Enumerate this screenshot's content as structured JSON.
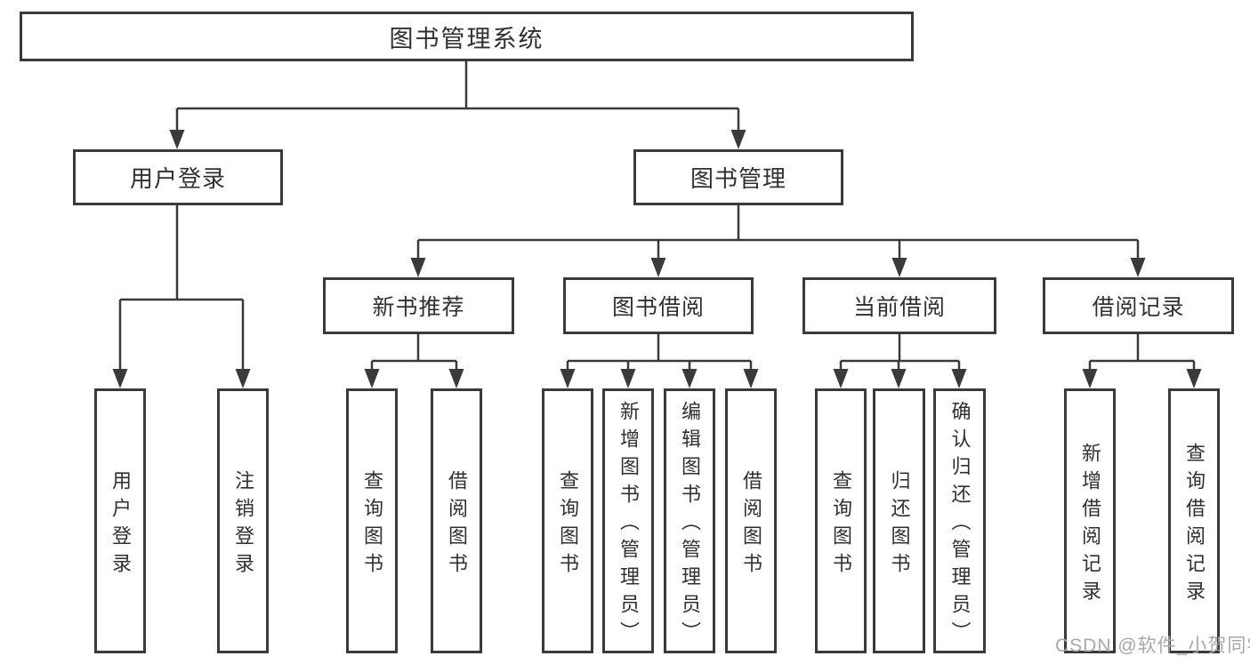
{
  "tree": {
    "label": "图书管理系统",
    "children": [
      {
        "label": "用户登录",
        "children": [
          {
            "label": "用户登录"
          },
          {
            "label": "注销登录"
          }
        ]
      },
      {
        "label": "图书管理",
        "children": [
          {
            "label": "新书推荐",
            "children": [
              {
                "label": "查询图书"
              },
              {
                "label": "借阅图书"
              }
            ]
          },
          {
            "label": "图书借阅",
            "children": [
              {
                "label": "查询图书"
              },
              {
                "label": "新增图书（管理员）"
              },
              {
                "label": "编辑图书（管理员）"
              },
              {
                "label": "借阅图书"
              }
            ]
          },
          {
            "label": "当前借阅",
            "children": [
              {
                "label": "查询图书"
              },
              {
                "label": "归还图书"
              },
              {
                "label": "确认归还（管理员）"
              }
            ]
          },
          {
            "label": "借阅记录",
            "children": [
              {
                "label": "新增借阅记录"
              },
              {
                "label": "查询借阅记录"
              }
            ]
          }
        ]
      }
    ]
  },
  "watermark": "CSDN @软件_小贺同学",
  "colors": {
    "background": "#ffffff",
    "line": "#3a3a3a",
    "box_border": "#3a3a3a",
    "text": "#303030",
    "watermark": "#a8a8a8"
  }
}
